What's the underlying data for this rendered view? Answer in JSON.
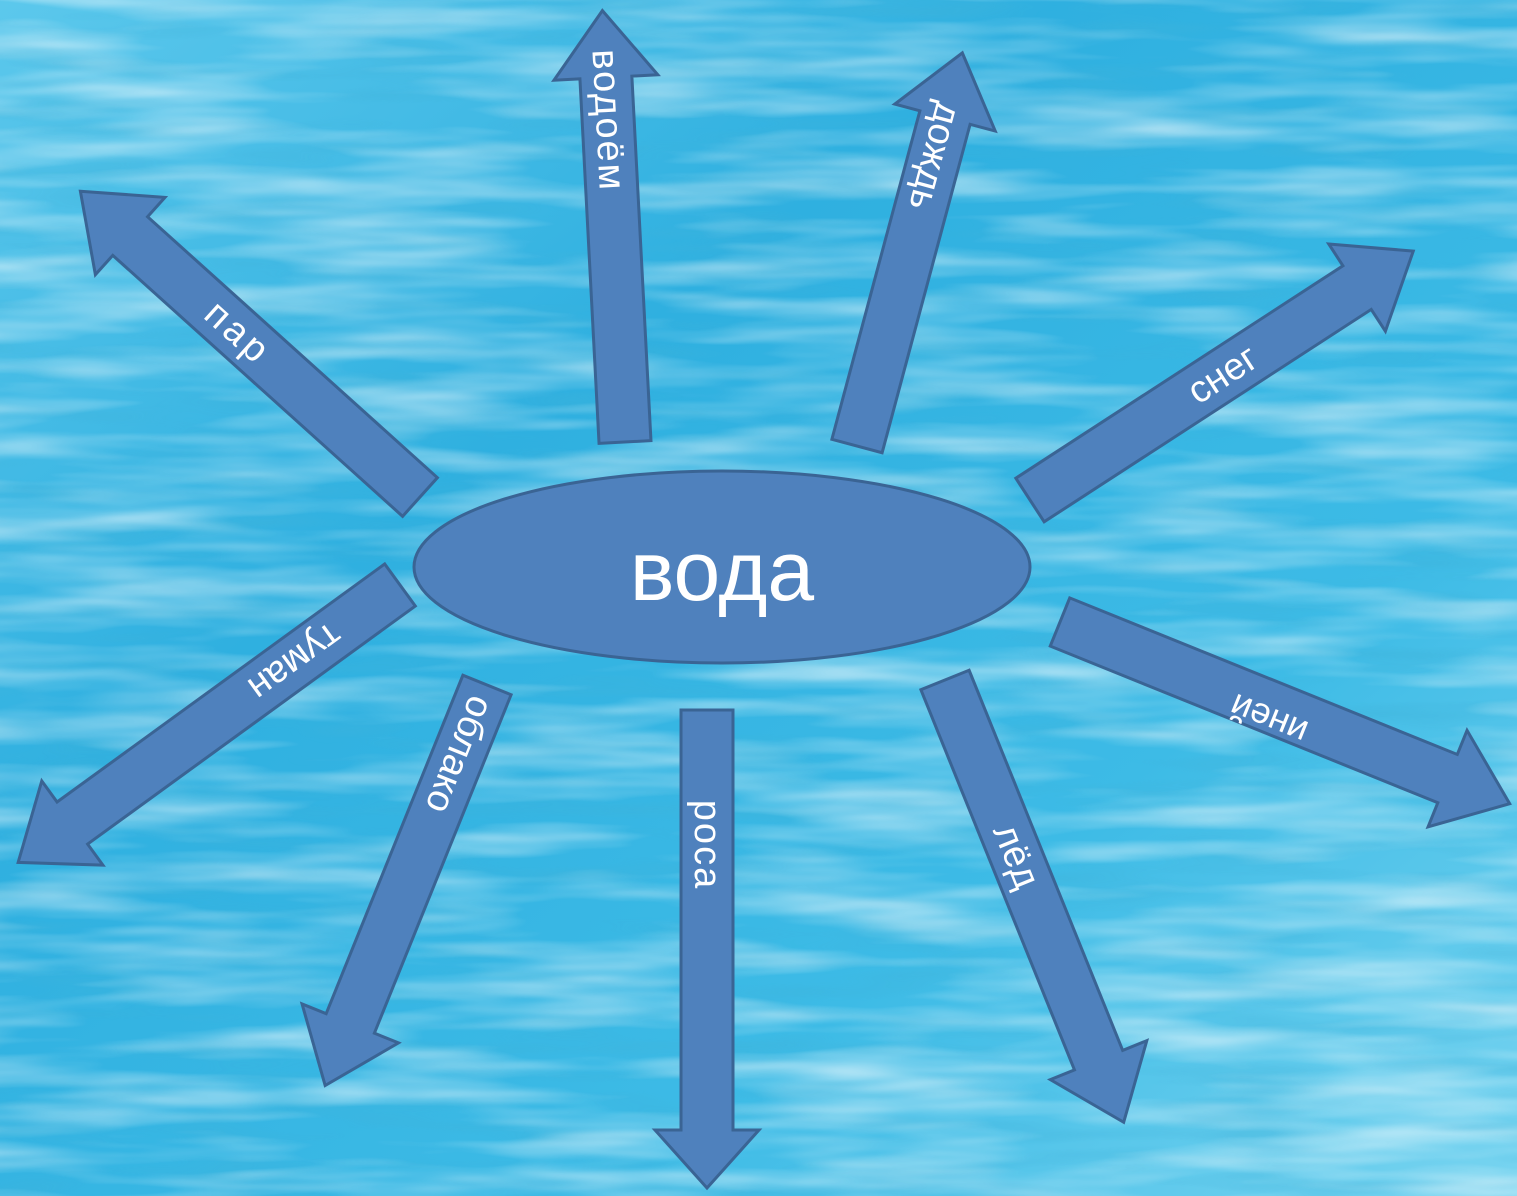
{
  "center": {
    "label": "вода"
  },
  "arrows": {
    "vodoem": {
      "label": "водоём"
    },
    "dozhd": {
      "label": "дождь"
    },
    "sneg": {
      "label": "снег"
    },
    "par": {
      "label": "пар"
    },
    "ineyi": {
      "label": "иней"
    },
    "tuman": {
      "label": "туман"
    },
    "oblako": {
      "label": "облако"
    },
    "rosa": {
      "label": "роса"
    },
    "led": {
      "label": "лёд"
    }
  },
  "colors": {
    "arrow_fill": "#4f81bd",
    "arrow_outline": "#3a6494",
    "text": "#ffffff",
    "water_light": "#7fd8f2",
    "water_mid": "#2fb3e0",
    "water_dark": "#1a8fc7"
  }
}
